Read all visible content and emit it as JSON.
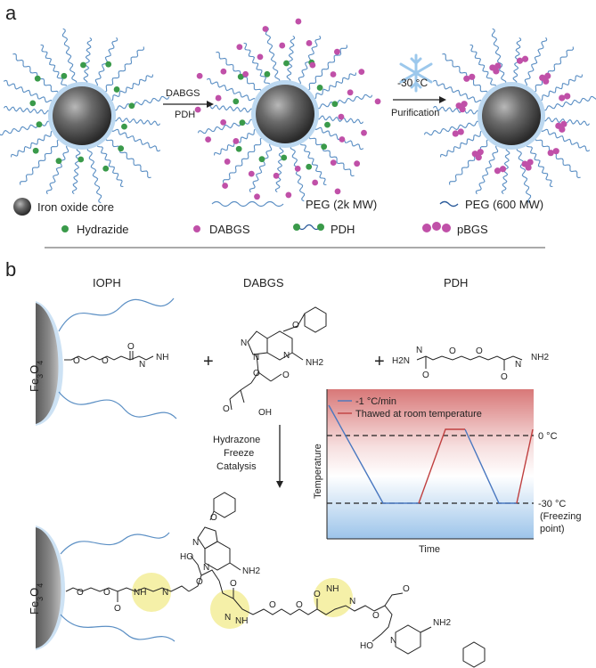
{
  "panels": {
    "a": {
      "label": "a",
      "step1": [
        "DABGS",
        "PDH"
      ],
      "step2_temp": "-30 °C",
      "step2_label": "Purification",
      "legend": [
        {
          "key": "core",
          "label": "Iron oxide core"
        },
        {
          "key": "peg2k",
          "label": "PEG (2k MW)"
        },
        {
          "key": "peg600",
          "label": "PEG (600 MW)"
        },
        {
          "key": "hydrazide",
          "label": "Hydrazide"
        },
        {
          "key": "dabgs",
          "label": "DABGS"
        },
        {
          "key": "pdh",
          "label": "PDH"
        },
        {
          "key": "pbgs",
          "label": "pBGS"
        }
      ]
    },
    "b": {
      "label": "b",
      "compounds": [
        "IOPH",
        "DABGS",
        "PDH"
      ],
      "plus": "+",
      "surface": "Fe3O4",
      "reaction": [
        "Hydrazone",
        "Freeze",
        "Catalysis"
      ],
      "chem_atoms": {
        "N": "N",
        "NH": "NH",
        "H2N": "H2N",
        "NH2": "NH2",
        "O": "O",
        "OH": "OH",
        "HO": "HO"
      }
    }
  },
  "chart_data": {
    "type": "line",
    "series": [
      {
        "name": "-1 °C/min"
      },
      {
        "name": "Thawed at room temperature"
      }
    ],
    "xlabel": "Time",
    "ylabel": "Temperature",
    "annotations": [
      "0 °C",
      "-30 °C",
      "(Freezing",
      "point)"
    ]
  },
  "colors": {
    "core": "#4a4a4a",
    "halo": "#bcd8f0",
    "peg": "#5b8fc4",
    "hydrazide": "#3a9a4a",
    "dabgs": "#c050a8",
    "cooling": "#4a78c0",
    "thawing": "#c04040",
    "highlight": "#f5f0a8"
  }
}
